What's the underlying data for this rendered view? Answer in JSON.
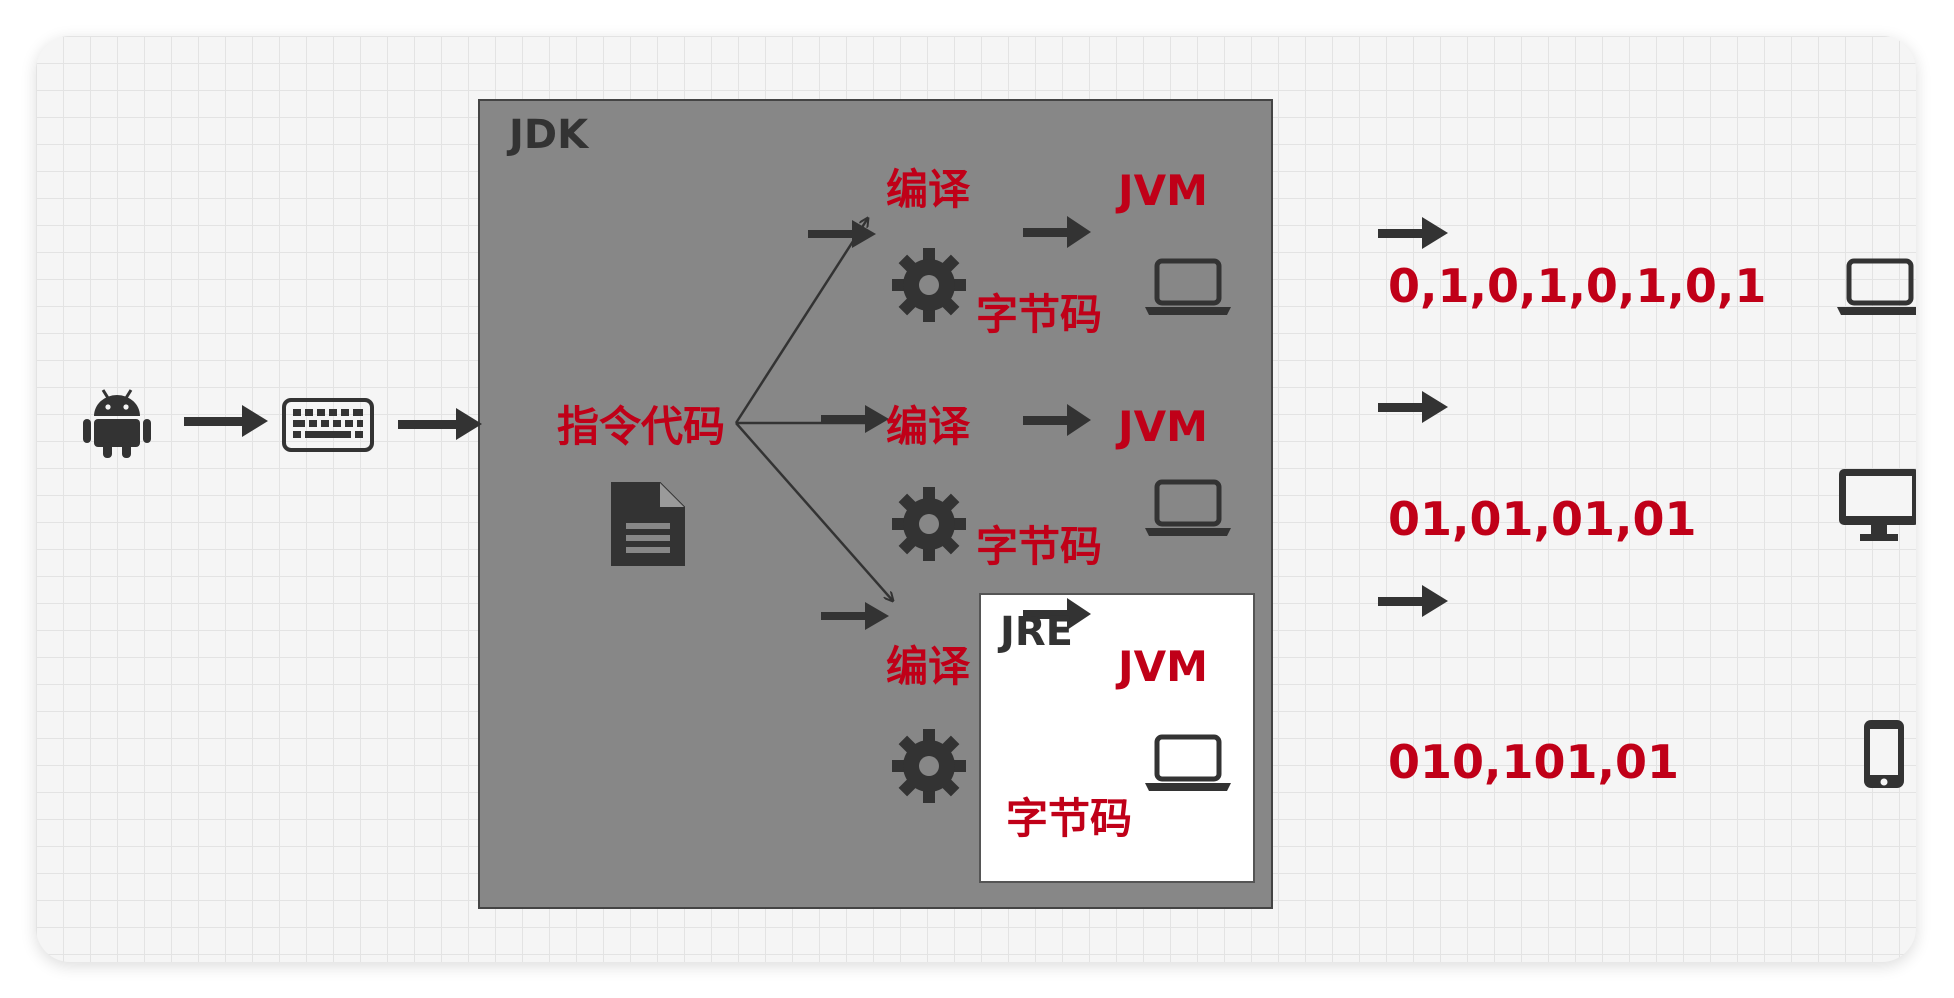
{
  "diagram": {
    "jdk_label": "JDK",
    "jre_label": "JRE",
    "source_label": "指令代码",
    "rows": [
      {
        "compile_label": "编译",
        "jvm_label": "JVM",
        "bytecode_label": "字节码",
        "machine_code": "0,1,0,1,0,1,0,1",
        "device_icon": "laptop-icon"
      },
      {
        "compile_label": "编译",
        "jvm_label": "JVM",
        "bytecode_label": "字节码",
        "machine_code": "01,01,01,01",
        "device_icon": "monitor-icon"
      },
      {
        "compile_label": "编译",
        "jvm_label": "JVM",
        "bytecode_label": "字节码",
        "machine_code": "010,101,01",
        "device_icon": "mobile-icon"
      }
    ],
    "icons": [
      "android-icon",
      "keyboard-icon",
      "document-icon",
      "gear-icon",
      "laptop-icon",
      "monitor-icon",
      "mobile-icon"
    ],
    "colors": {
      "accent_red": "#c00018",
      "jdk_fill": "#878787",
      "jre_fill": "#ffffff",
      "dark": "#333333"
    }
  }
}
